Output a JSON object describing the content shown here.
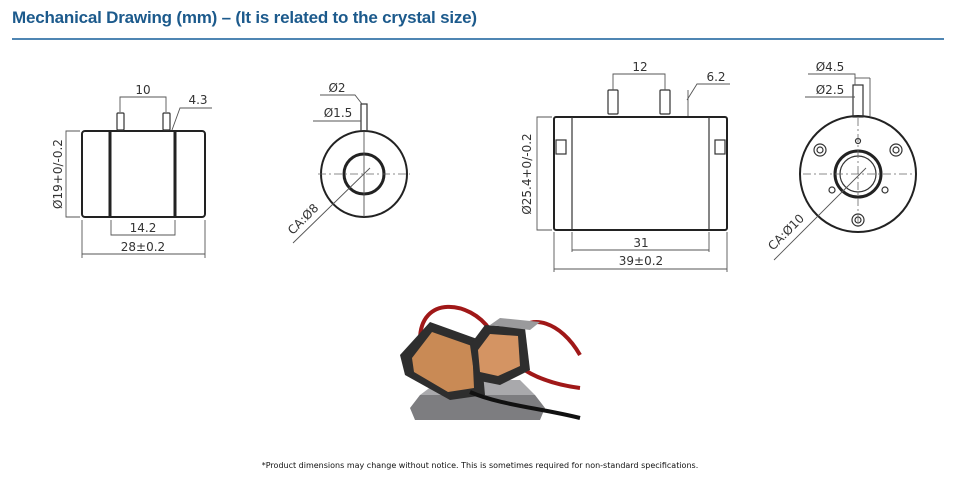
{
  "title": "Mechanical Drawing (mm) – (It is related to the crystal size)",
  "drawings": {
    "small_side": {
      "pin_spacing": "10",
      "pin_height": "4.3",
      "diameter": "Ø19+0/-0.2",
      "inner_length": "14.2",
      "length": "28±0.2"
    },
    "small_end": {
      "pin_outer": "Ø2",
      "pin_inner": "Ø1.5",
      "aperture": "CA:Ø8"
    },
    "large_side": {
      "pin_spacing": "12",
      "pin_height": "6.2",
      "diameter": "Ø25.4+0/-0.2",
      "inner_length": "31",
      "length": "39±0.2"
    },
    "large_end": {
      "pin_outer": "Ø4.5",
      "pin_inner": "Ø2.5",
      "aperture": "CA:Ø10"
    }
  },
  "footer": "*Product dimensions may change without notice. This is sometimes required for non-standard specifications."
}
